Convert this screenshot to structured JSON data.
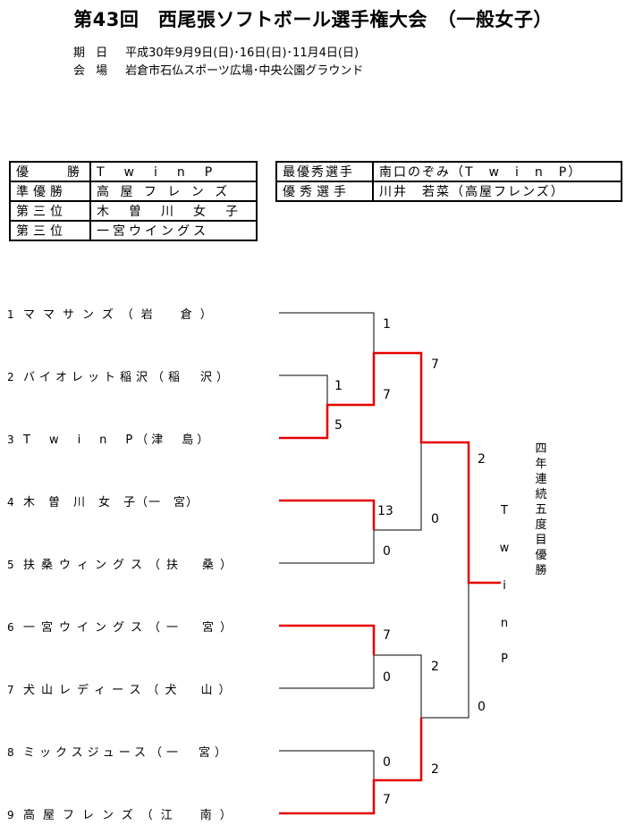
{
  "title": "第43回　西尾張ソフトボール選手権大会　（一般女子）",
  "info": {
    "date_label": "期 日",
    "date_value": "平成30年9月9日(日)･16日(日)･11月4日(日)",
    "venue_label": "会 場",
    "venue_value": "岩倉市石仏スポーツ広場･中央公園グラウンド"
  },
  "results": [
    {
      "label": "優　　勝",
      "value": "T　w　i　n　P"
    },
    {
      "label": "準優勝",
      "value": "高 屋 フ レ ン ズ"
    },
    {
      "label": "第三位",
      "value": "木　曽　川　女　子"
    },
    {
      "label": "第三位",
      "value": "一宮ウイングス"
    }
  ],
  "awards": [
    {
      "label": "最優秀選手",
      "value": "南口のぞみ（T　w　i　n　P）"
    },
    {
      "label": "優秀選手",
      "value": "川井　若菜（高屋フレンズ）"
    }
  ],
  "teams": [
    {
      "no": "1",
      "name": "ママサンズ（岩　倉）"
    },
    {
      "no": "2",
      "name": "バイオレット稲沢（稲　沢）"
    },
    {
      "no": "3",
      "name": "T　w　i　n　P（津　島）"
    },
    {
      "no": "4",
      "name": "木　曽　川　女　子（一　宮）"
    },
    {
      "no": "5",
      "name": "扶桑ウィングス（扶　桑）"
    },
    {
      "no": "6",
      "name": "一宮ウイングス（一　宮）"
    },
    {
      "no": "7",
      "name": "犬山レディース（犬　山）"
    },
    {
      "no": "8",
      "name": "ミックスジュース（一　宮）"
    },
    {
      "no": "9",
      "name": "高屋フレンズ（江　南）"
    }
  ],
  "scores": {
    "r1_2": "1",
    "r1_3": "5",
    "r2_1": "1",
    "r2_23": "7",
    "r2_4": "13",
    "r2_5": "0",
    "r2_6": "7",
    "r2_7": "0",
    "r2_8": "0",
    "r2_9": "7",
    "r3_top": "7",
    "r3_mid": "0",
    "r3_67": "2",
    "r3_89": "2",
    "final_top": "2",
    "final_bottom": "0"
  },
  "champion_vertical": [
    "T",
    "w",
    "i",
    "n",
    "P"
  ],
  "champion_note": [
    "四",
    "年",
    "連",
    "続",
    "五",
    "度",
    "目",
    "優",
    "勝"
  ],
  "colors": {
    "winner_line": "#e60000",
    "line": "#000000"
  }
}
